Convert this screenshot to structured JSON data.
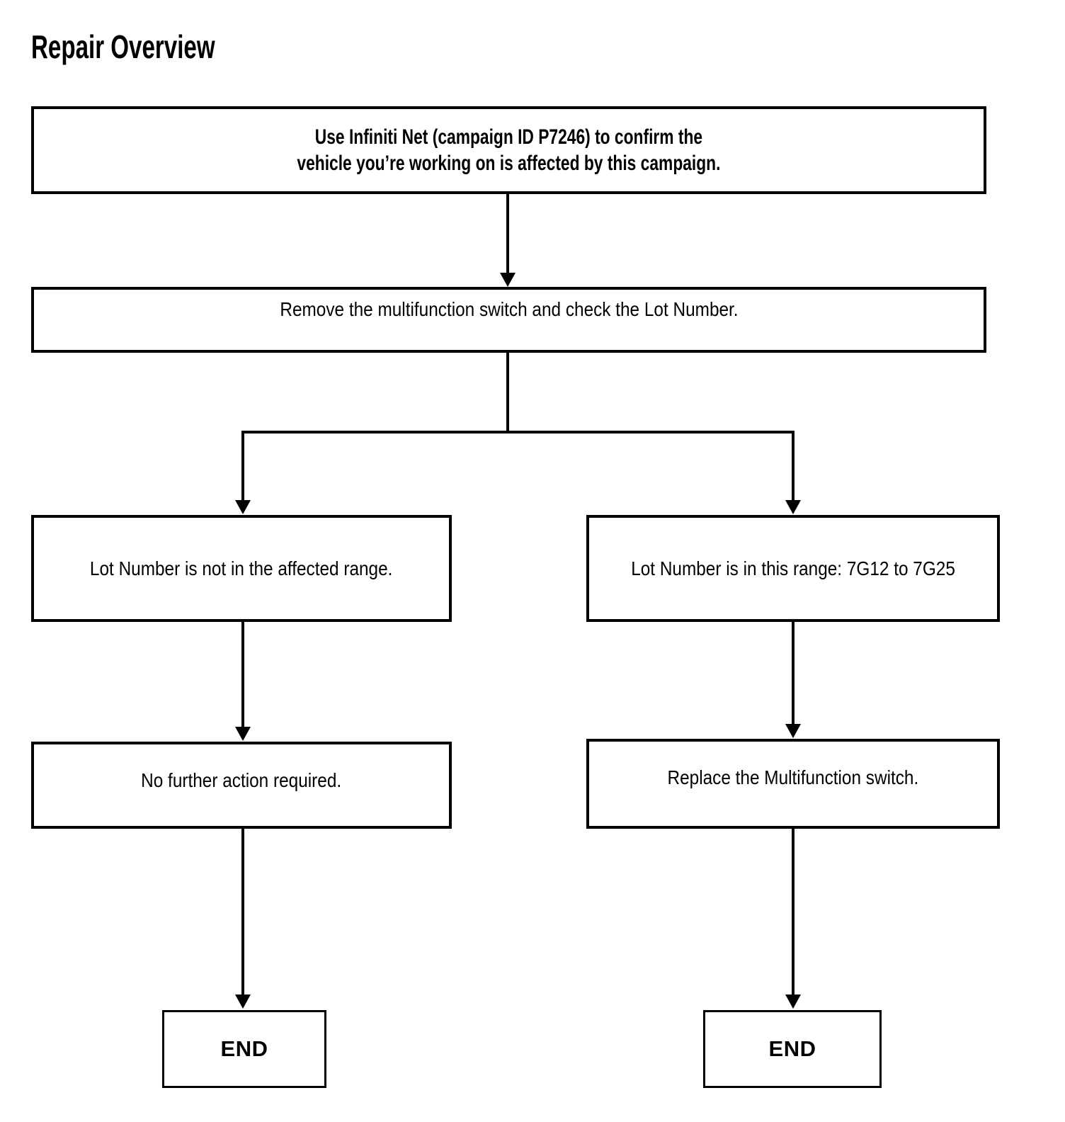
{
  "page": {
    "title": "Repair Overview",
    "background_color": "#ffffff",
    "line_color": "#000000"
  },
  "flowchart": {
    "nodes": {
      "confirm": {
        "text": "Use Infiniti Net (campaign ID P7246) to confirm the\nvehicle you’re working on is affected by this campaign.",
        "emphasis": "bold"
      },
      "remove": {
        "text": "Remove the multifunction switch and check the Lot Number."
      },
      "lot_not_in_range": {
        "text": "Lot Number is not in the affected range."
      },
      "lot_in_range": {
        "text": "Lot Number is in this range: 7G12 to 7G25"
      },
      "no_action": {
        "text": "No further action required."
      },
      "replace": {
        "text": "Replace the Multifunction switch."
      },
      "end_left": {
        "text": "END"
      },
      "end_right": {
        "text": "END"
      }
    },
    "edges": [
      {
        "from": "confirm",
        "to": "remove"
      },
      {
        "from": "remove",
        "to": "lot_not_in_range"
      },
      {
        "from": "remove",
        "to": "lot_in_range"
      },
      {
        "from": "lot_not_in_range",
        "to": "no_action"
      },
      {
        "from": "lot_in_range",
        "to": "replace"
      },
      {
        "from": "no_action",
        "to": "end_left"
      },
      {
        "from": "replace",
        "to": "end_right"
      }
    ]
  }
}
